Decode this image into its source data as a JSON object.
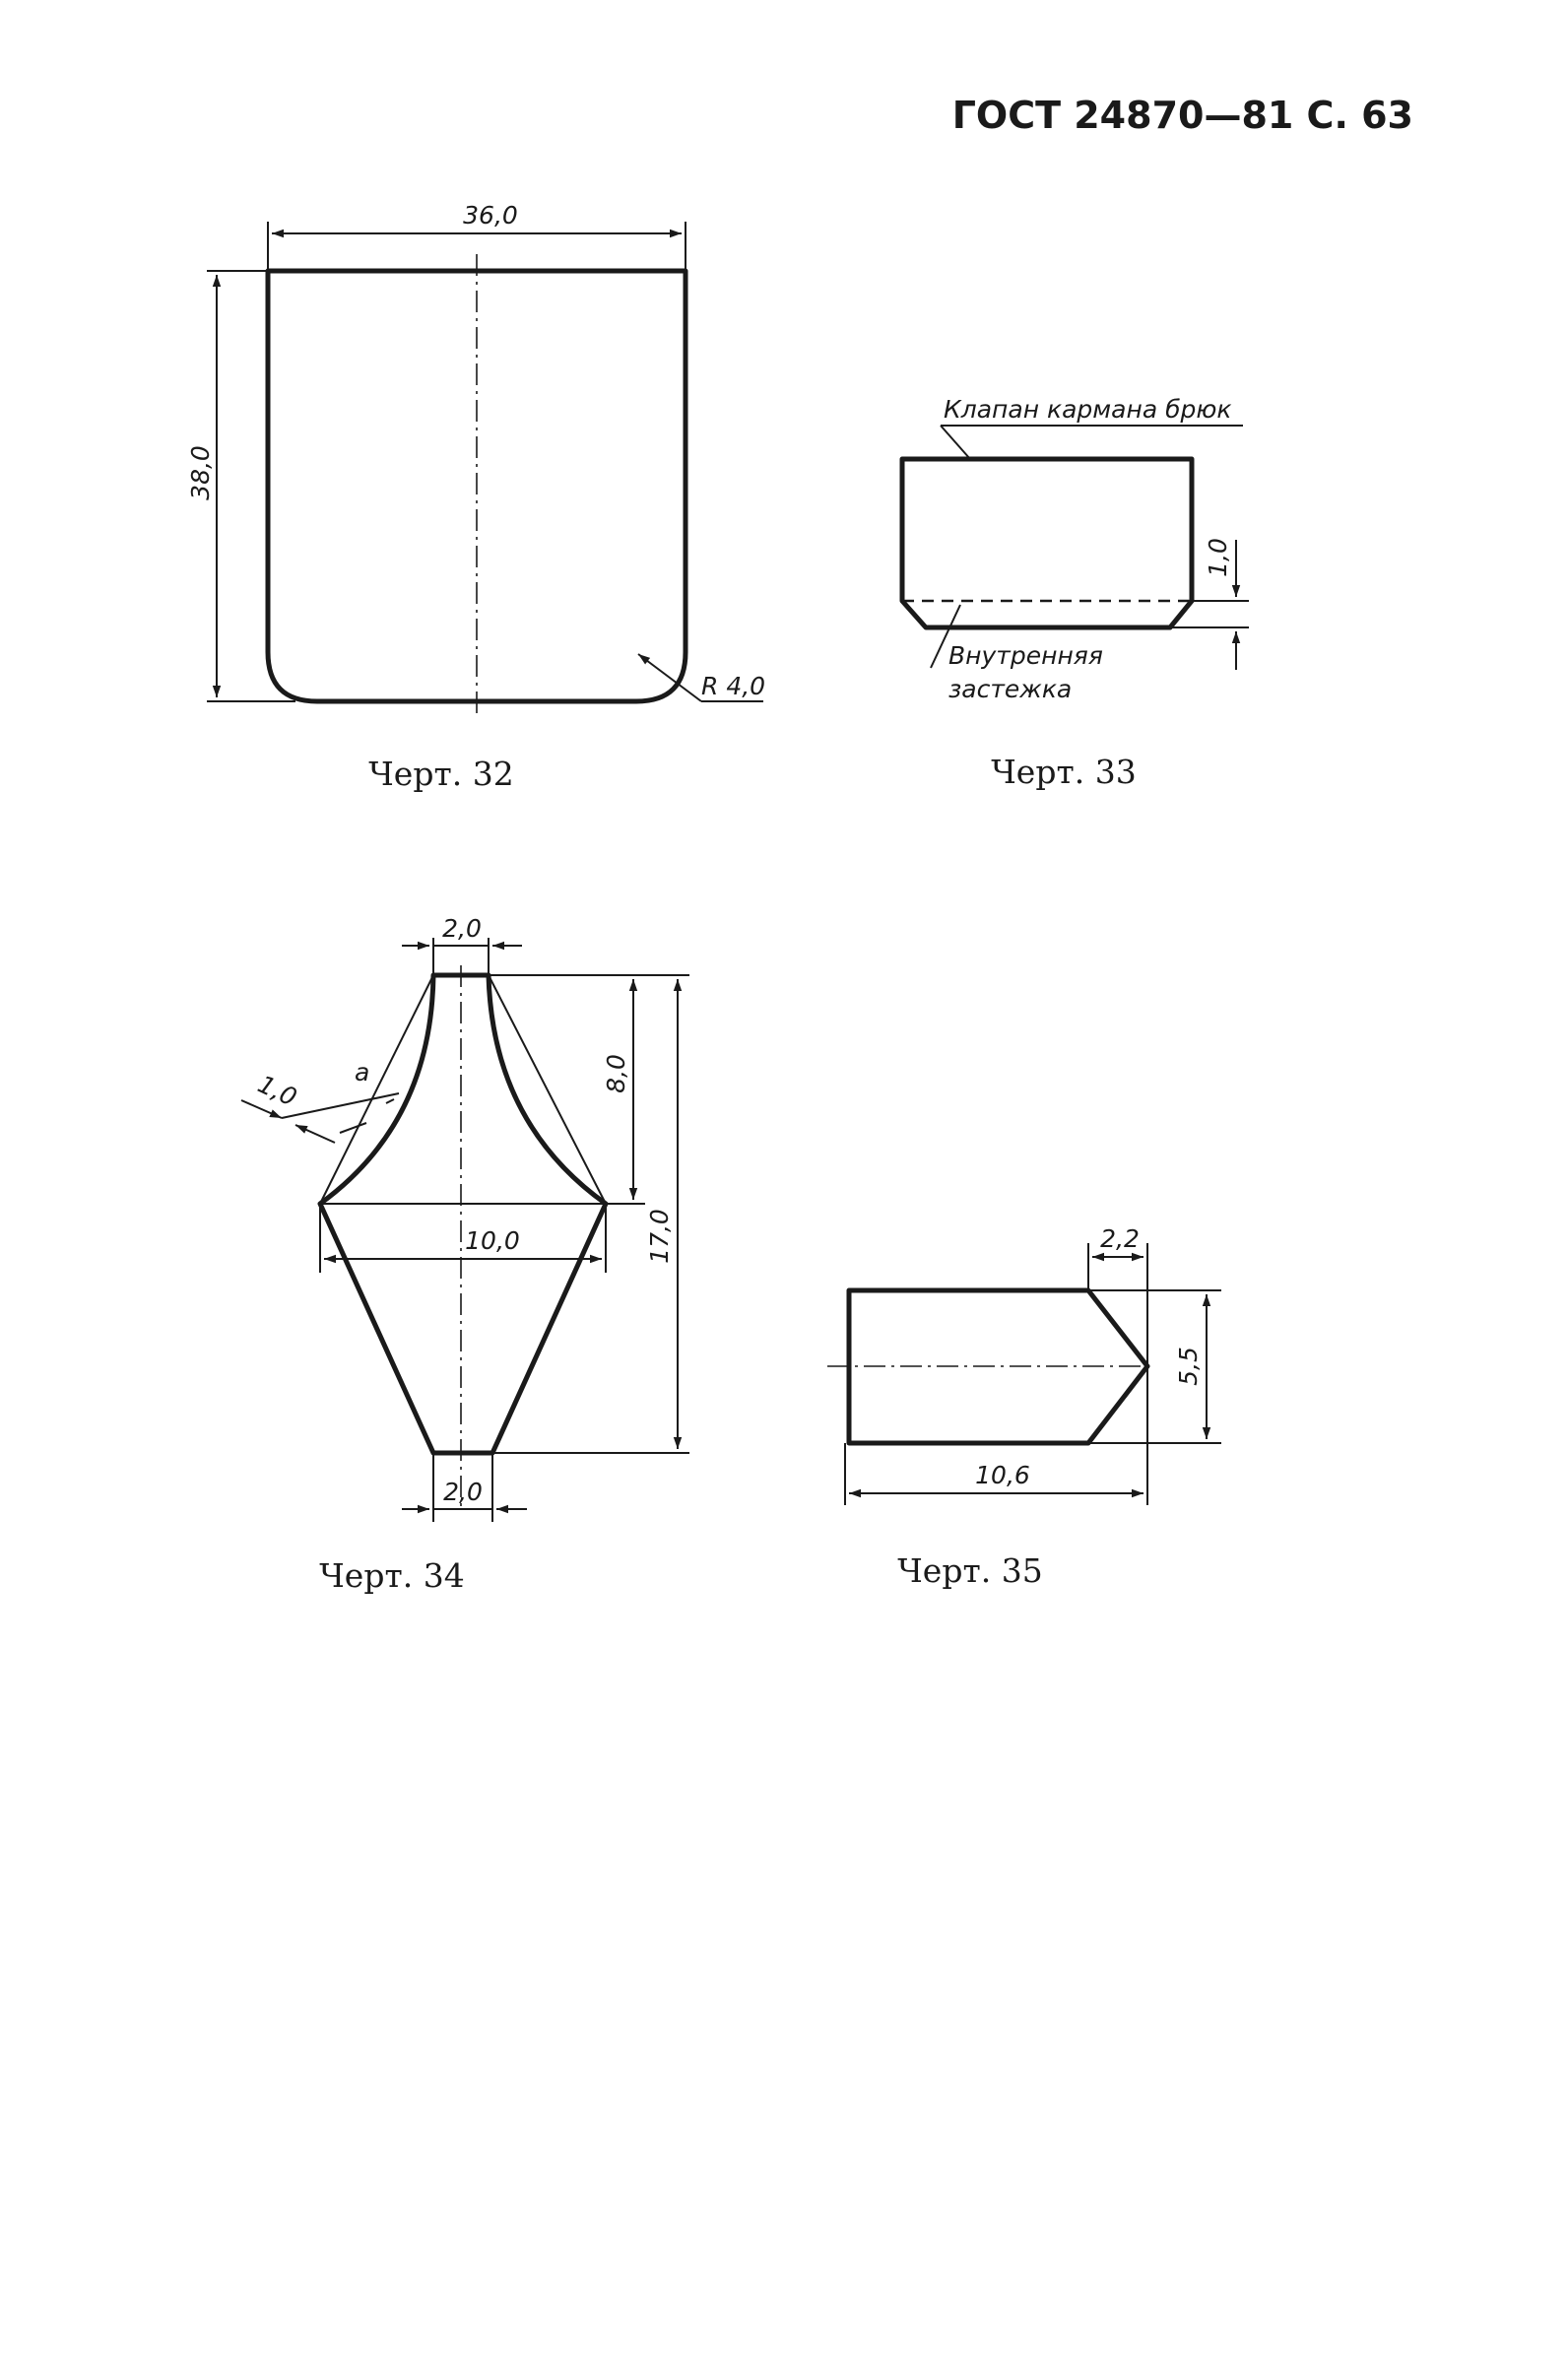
{
  "header": {
    "title": "ГОСТ 24870—81 С. 63"
  },
  "fig32": {
    "caption": "Черт. 32",
    "width_label": "36,0",
    "height_label": "38,0",
    "radius_label": "R 4,0"
  },
  "fig33": {
    "caption": "Черт. 33",
    "flap_label": "Клапан кармана брюк",
    "inner_label_1": "Внутренняя",
    "inner_label_2": "застежка",
    "offset_label": "1,0"
  },
  "fig34": {
    "caption": "Черт. 34",
    "top_width_label": "2,0",
    "bottom_width_label": "2,0",
    "mid_width_label": "10,0",
    "upper_height_label": "8,0",
    "total_height_label": "17,0",
    "side_offset_label": "1,0",
    "point_label": "а"
  },
  "fig35": {
    "caption": "Черт. 35",
    "notch_label": "2,2",
    "height_label": "5,5",
    "length_label": "10,6"
  }
}
